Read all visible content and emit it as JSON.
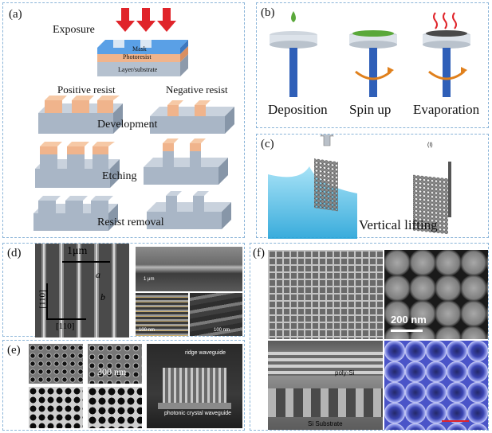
{
  "panel_a": {
    "label": "(a)",
    "exposure": "Exposure",
    "mask": "Mask",
    "photoresist": "Photoresist",
    "substrate": "Layer/substrate",
    "positive": "Positive resist",
    "negative": "Negative resist",
    "development": "Development",
    "etching": "Etching",
    "removal": "Resist removal"
  },
  "panel_b": {
    "label": "(b)",
    "steps": [
      "Deposition",
      "Spin up",
      "Evaporation"
    ]
  },
  "panel_c": {
    "label": "(c)",
    "lifting": "Vertical lifting",
    "small_label": "(I)"
  },
  "panel_d": {
    "label": "(d)",
    "scale": "1μm",
    "a": "a",
    "b": "b",
    "axis_v": "[110]",
    "axis_h": "[110]",
    "scale_1um": "1 μm",
    "scale_100nm_1": "100 nm",
    "scale_100nm_2": "100 nm"
  },
  "panel_e": {
    "label": "(e)",
    "scale": "300 nm",
    "ridge": "ridge waveguide",
    "photonic": "photonic crystal waveguide"
  },
  "panel_f": {
    "label": "(f)",
    "scale": "200 nm",
    "polysi": "poly-Si",
    "substrate": "Si Substrate"
  },
  "colors": {
    "border": "#8ab4d8",
    "resist": "#f0b48c",
    "slab": "#a9b6c6",
    "arrow_red": "#e0242a",
    "post_blue": "#2f5fb8",
    "drop_green": "#5aa83a",
    "liquid_blue": "#35b6e6",
    "orange_arrow": "#e0801c"
  }
}
